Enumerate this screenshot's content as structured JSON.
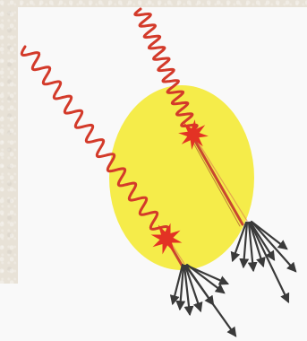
{
  "colors": {
    "background": "#e8e2d7",
    "panel": "#f9f9f9",
    "nucleus_fill": "#f5ec4a",
    "photon_wave": "#d33a2a",
    "star": "#e33224",
    "track": "#c8482f",
    "particle": "#3a3a3a"
  },
  "icons": [
    "photon-wave",
    "interaction-star",
    "particle-shower-arrows"
  ]
}
